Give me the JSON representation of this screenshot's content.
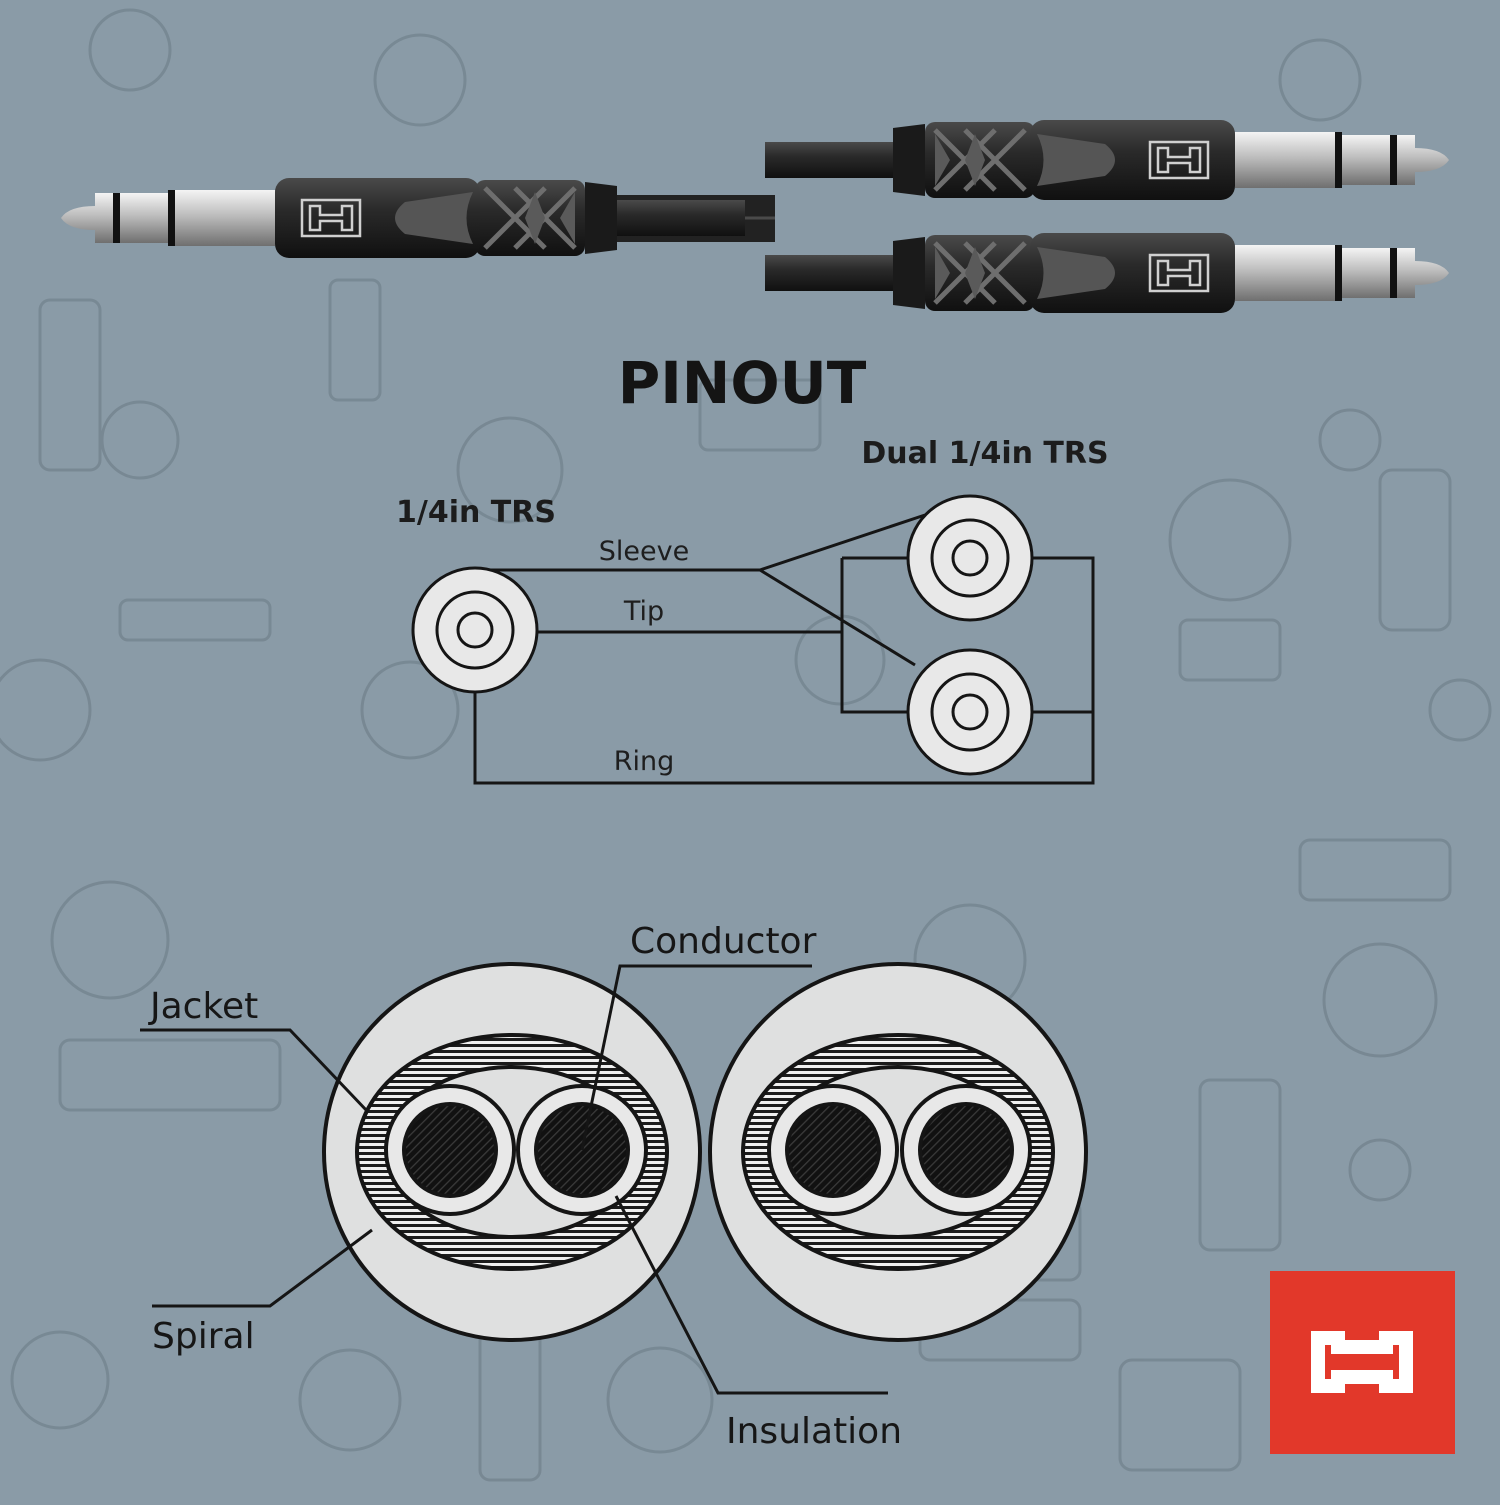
{
  "pinout": {
    "title": "PINOUT",
    "left_connector": "1/4in TRS",
    "right_connector": "Dual 1/4in TRS",
    "wires": {
      "sleeve": "Sleeve",
      "tip": "Tip",
      "ring": "Ring"
    }
  },
  "cable_section": {
    "labels": {
      "conductor": "Conductor",
      "jacket": "Jacket",
      "spiral": "Spiral",
      "insulation": "Insulation"
    }
  },
  "colors": {
    "background": "#8a9ba7",
    "brand": "#e2382a",
    "plug_body": "#2a2a2a",
    "plug_metal": "#c9c9c9"
  },
  "icons": [
    "trs-plug-icon",
    "hosa-logo-icon"
  ]
}
